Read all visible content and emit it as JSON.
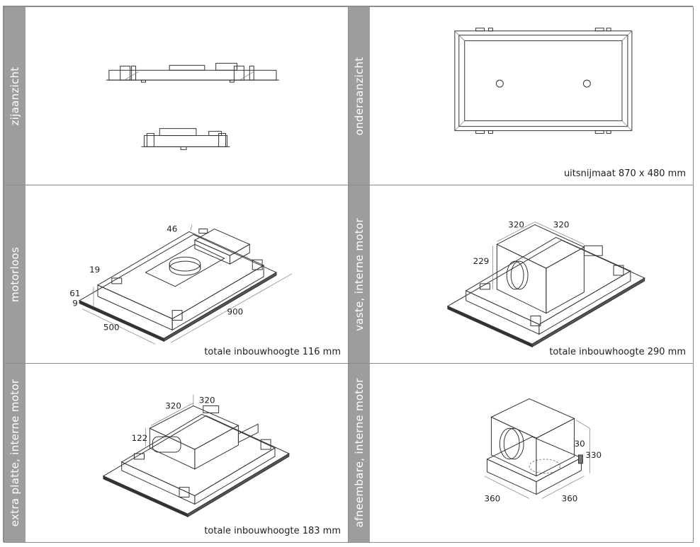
{
  "panels": {
    "p1": {
      "label": "zijaanzicht"
    },
    "p2": {
      "label": "onderaanzicht",
      "caption": "uitsnijmaat 870 x 480 mm"
    },
    "p3": {
      "label": "motorloos",
      "caption": "totale inbouwhoogte 116 mm",
      "dims": {
        "d46": "46",
        "d19": "19",
        "d61": "61",
        "d9": "9",
        "d500": "500",
        "d900": "900"
      }
    },
    "p4": {
      "label": "vaste, interne motor",
      "caption": "totale inbouwhoogte 290 mm",
      "dims": {
        "d320a": "320",
        "d320b": "320",
        "d229": "229"
      }
    },
    "p5": {
      "label": "extra platte, interne motor",
      "caption": "totale inbouwhoogte 183 mm",
      "dims": {
        "d320a": "320",
        "d320b": "320",
        "d122": "122"
      }
    },
    "p6": {
      "label": "afneembare, interne motor",
      "dims": {
        "d30": "30",
        "d330": "330",
        "d360a": "360",
        "d360b": "360"
      }
    }
  }
}
